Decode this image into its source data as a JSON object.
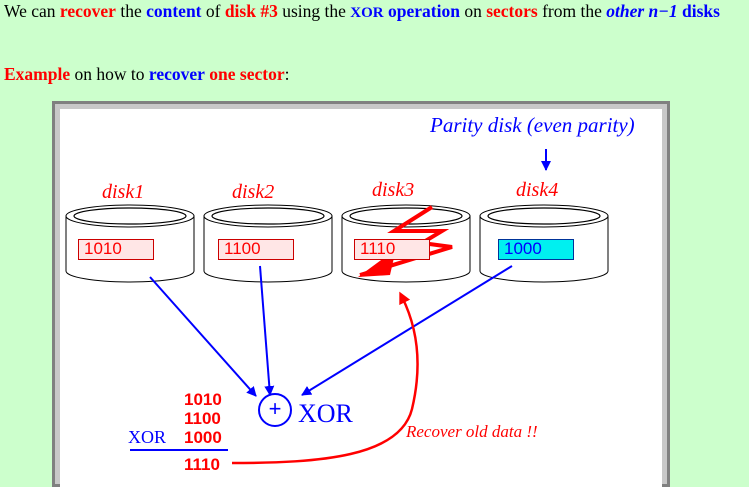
{
  "paragraph1": {
    "t1": "We can ",
    "t2": "recover",
    "t3": " the ",
    "t4": "content",
    "t5": " of ",
    "t6": "disk #3",
    "t7": " using the ",
    "t8": "XOR",
    "t9": " ",
    "t10": "operation",
    "t11": " on ",
    "t12": "sectors",
    "t13": " from the ",
    "t14": "other n−1",
    "t15": " disks"
  },
  "paragraph2": {
    "t1": "Example",
    "t2": " on how to ",
    "t3": "recover",
    "t4": " ",
    "t5": "one sector",
    "t6": ":"
  },
  "figure": {
    "parity_label": "Parity disk (even parity)",
    "disks": [
      {
        "label": "disk1",
        "sector": "1010"
      },
      {
        "label": "disk2",
        "sector": "1100"
      },
      {
        "label": "disk3",
        "sector": "1110"
      },
      {
        "label": "disk4",
        "sector": "1000"
      }
    ],
    "calc": {
      "line1": "1010",
      "line2": "1100",
      "xor_word": "XOR",
      "line3": "1000",
      "result": "1110"
    },
    "xor_symbol": "+",
    "xor_label": "XOR",
    "recover_label": "Recover old data !!",
    "colors": {
      "background": "#ccffcc",
      "red": "#ff0000",
      "blue": "#0000ff",
      "parity_fill": "#00f0f0",
      "sector_fill": "#ffe6e6"
    }
  }
}
